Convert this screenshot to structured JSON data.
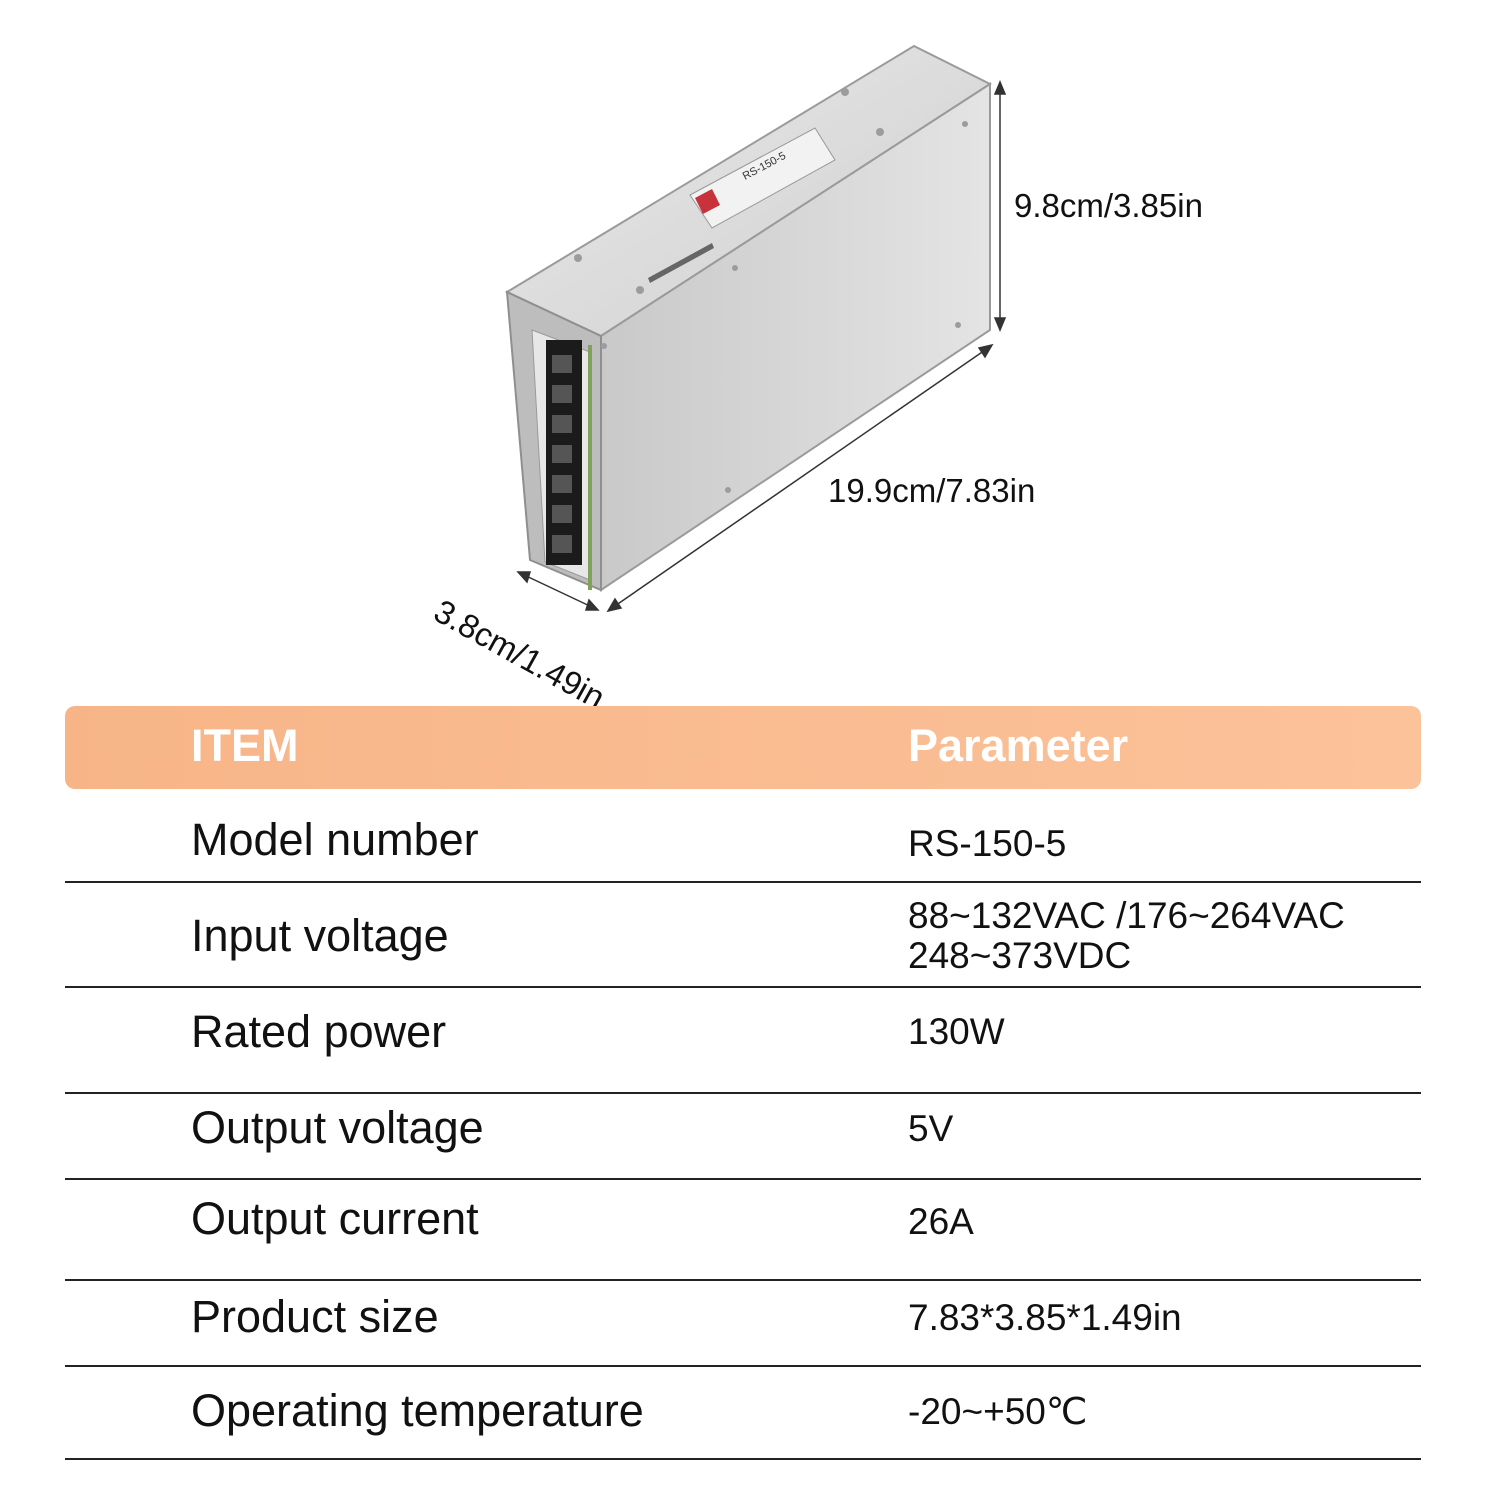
{
  "product_image": {
    "dimensions": {
      "height_label": "9.8cm/3.85in",
      "length_label": "19.9cm/7.83in",
      "depth_label": "3.8cm/1.49in"
    },
    "device_label_text": "RS-150-5",
    "colors": {
      "casing": "#d7d7d7",
      "terminal_block": "#1b1b1b",
      "brand_tag": "#c8323a"
    }
  },
  "spec_table": {
    "header": {
      "item": "ITEM",
      "parameter": "Parameter",
      "color": "#f9bb8f"
    },
    "rows": [
      {
        "item": "Model number",
        "parameter": [
          "RS-150-5"
        ]
      },
      {
        "item": "Input voltage",
        "parameter": [
          "88~132VAC /176~264VAC",
          "248~373VDC"
        ]
      },
      {
        "item": "Rated power",
        "parameter": [
          "130W"
        ]
      },
      {
        "item": "Output voltage",
        "parameter": [
          "5V"
        ]
      },
      {
        "item": "Output current",
        "parameter": [
          "26A"
        ]
      },
      {
        "item": "Product size",
        "parameter": [
          "7.83*3.85*1.49in"
        ]
      },
      {
        "item": "Operating temperature",
        "parameter": [
          "-20~+50℃"
        ]
      }
    ]
  }
}
